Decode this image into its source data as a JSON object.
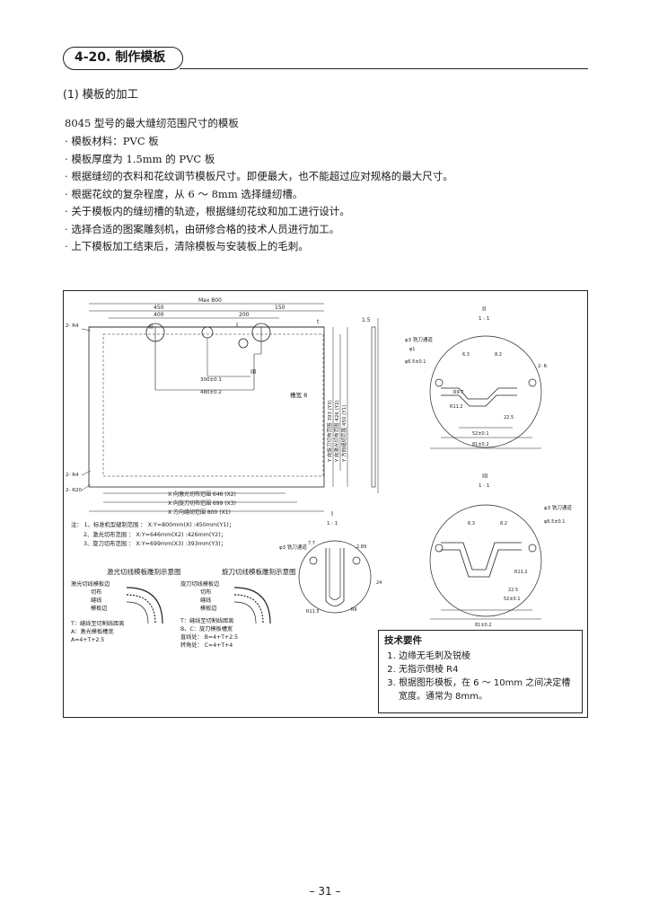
{
  "header": {
    "section": "4-20. 制作模板"
  },
  "subtitle": "(1) 模板的加工",
  "intro": "8045 型号的最大缝纫范围尺寸的模板",
  "bullets": [
    "模板材料：PVC 板",
    "模板厚度为 1.5mm 的 PVC 板",
    "根据缝纫的衣料和花纹调节模板尺寸。即便最大，也不能超过应对规格的最大尺寸。",
    "根据花纹的复杂程度，从 6 ～ 8mm 选择缝纫槽。",
    "关于模板内的缝纫槽的轨迹，根据缝纫花纹和加工进行设计。",
    "选择合适的图案雕刻机，由研修合格的技术人员进行加工。",
    "上下模板加工结束后，清除模板与安装板上的毛刺。"
  ],
  "drawing": {
    "max_dim": "Max 800",
    "d_450": "450",
    "d_150": "150",
    "d_400": "400",
    "d_200": "200",
    "d_t": "t",
    "d_15": "1.5",
    "r4": "2- R4",
    "r20": "2- R20",
    "d_300": "300±0.1",
    "d_480": "480±0.2",
    "groove": "槽宽 8",
    "label_II": "II",
    "label_I": "I",
    "label_III": "III",
    "x_laser": "X 向激光切布范围 646 (X2)",
    "x_rotary": "X 向旋刀切布范围 699 (X3)",
    "x_sew": "X 方向缝纫范围 800 (X1)",
    "y_rotary": "Y 向旋刀切布范围 393 (Y3)",
    "y_laser": "Y 向激光切布范围 426 (Y2)",
    "y_sew": "Y 方向缝纫范围 450 (Y1)",
    "view_II": "II",
    "view_I": "I",
    "view_III": "III",
    "scale": "1 : 1",
    "phi3": "φ3 铣刀通道",
    "phi1": "φ1",
    "phi65": "φ6.5±0.1",
    "d_81": "81±0.2",
    "d_52": "52±0.1",
    "d_225": "22.5",
    "d_r112": "R11.2",
    "d_r97": "R9.7",
    "d_82": "8.2",
    "d_63": "6.3",
    "d_2r": "2- R",
    "d_8": "8",
    "d_24": "24",
    "d_r6": "R6",
    "d_r115": "R11.5",
    "d_289": "2.89",
    "d_77": "7.7"
  },
  "notes": [
    "注： 1、标准机型缝制范围 ： X:Y=800mm(X) :450mm(Y1)；",
    "2、激光切布范围 ： X:Y=646mm(X2) :426mm(Y2)；",
    "3、旋刀切布范围 ： X:Y=699mm(X3) :393mm(Y3)；"
  ],
  "mini_left": {
    "title": "激光切线模板雕刻示意图",
    "labels": [
      "激光切线模板边",
      "切布",
      "缝线",
      "模板边"
    ],
    "legend": [
      "T：缝线至切割线距离",
      "A：激光模板槽宽",
      "A=4+T+2.5"
    ]
  },
  "mini_right": {
    "title": "旋刀切线模板雕刻示意图",
    "labels": [
      "旋刀切线模板边",
      "切布",
      "缝线",
      "模板边"
    ],
    "legend": [
      "T：缝线至切割线距离",
      "B、C：旋刀模板槽宽",
      "直线处： B=4+T+2.5",
      "转角处： C=4+T+4"
    ]
  },
  "tech": {
    "title": "技术要件",
    "items": [
      "边缘无毛刺及锐棱",
      "无指示倒棱 R4",
      "根据图形模板，在 6 ～ 10mm 之间决定槽宽度。通常为 8mm。"
    ]
  },
  "page_number": "– 31 –"
}
